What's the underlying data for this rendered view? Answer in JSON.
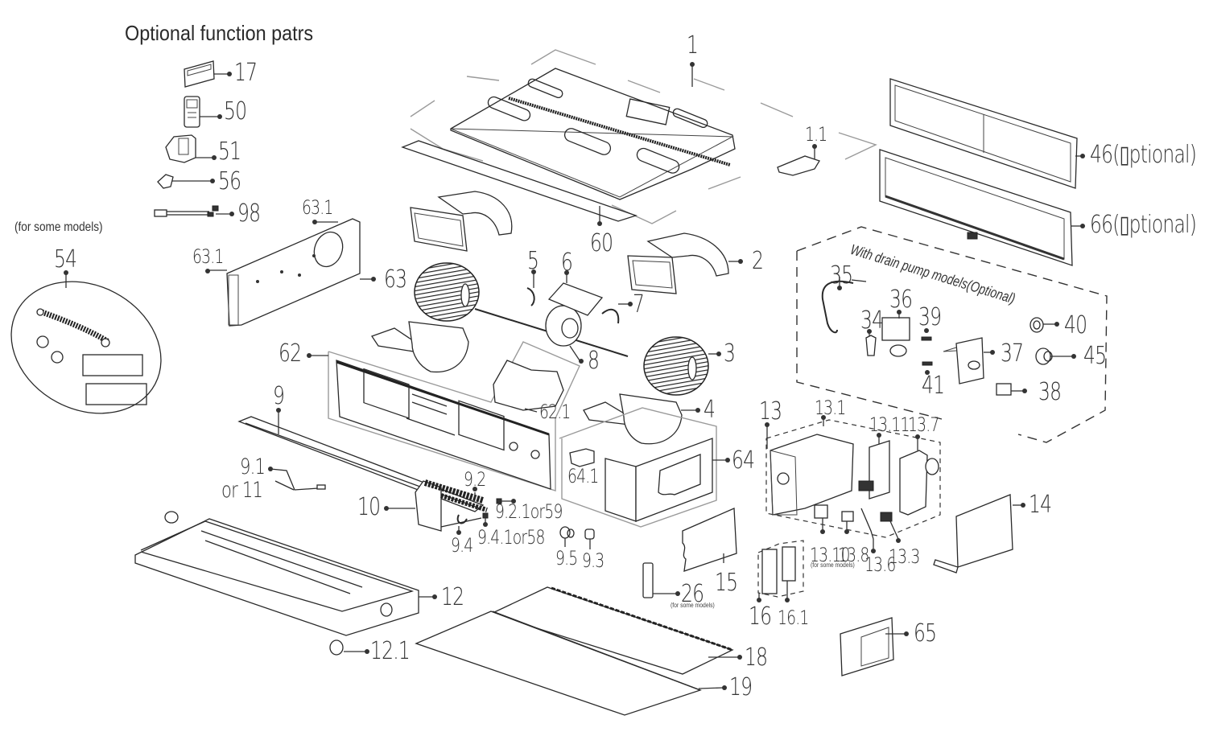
{
  "diagram": {
    "type": "exploded-parts-diagram",
    "title": "Optional function patrs",
    "notes": {
      "for_some_models_left": "(for some models)",
      "for_some_models_small": "(for some models)",
      "drain_pump_group": "With drain pump models(Optional)"
    },
    "optional_parts": [
      {
        "id": "17"
      },
      {
        "id": "50"
      },
      {
        "id": "51"
      },
      {
        "id": "56"
      },
      {
        "id": "98"
      }
    ],
    "callouts": {
      "p1": "1",
      "p1_1": "1.1",
      "p2": "2",
      "p3": "3",
      "p4": "4",
      "p5": "5",
      "p6": "6",
      "p7": "7",
      "p8": "8",
      "p9": "9",
      "p9_1": "9.1",
      "p9_1_or": "or 11",
      "p9_2": "9.2",
      "p9_2_1": "9.2.1or59",
      "p9_3": "9.3",
      "p9_4": "9.4",
      "p9_4_1": "9.4.1or58",
      "p9_5": "9.5",
      "p10": "10",
      "p12": "12",
      "p12_1": "12.1",
      "p13": "13",
      "p13_1": "13.1",
      "p13_3": "13.3",
      "p13_6": "13.6",
      "p13_7": "13.7",
      "p13_8": "13.8",
      "p13_10": "13.10",
      "p13_11": "13.11",
      "p14": "14",
      "p15": "15",
      "p16": "16",
      "p16_1": "16.1",
      "p17": "17",
      "p18": "18",
      "p19": "19",
      "p26": "26",
      "p34": "34",
      "p35": "35",
      "p36": "36",
      "p37": "37",
      "p38": "38",
      "p39": "39",
      "p40": "40",
      "p41": "41",
      "p45": "45",
      "p46": "46(▯ptional)",
      "p50": "50",
      "p51": "51",
      "p54": "54",
      "p56": "56",
      "p60": "60",
      "p62": "62",
      "p62_1": "62.1",
      "p63": "63",
      "p63_1a": "63.1",
      "p63_1b": "63.1",
      "p64": "64",
      "p64_1": "64.1",
      "p65": "65",
      "p66": "66(▯ptional)",
      "p98": "98"
    }
  }
}
